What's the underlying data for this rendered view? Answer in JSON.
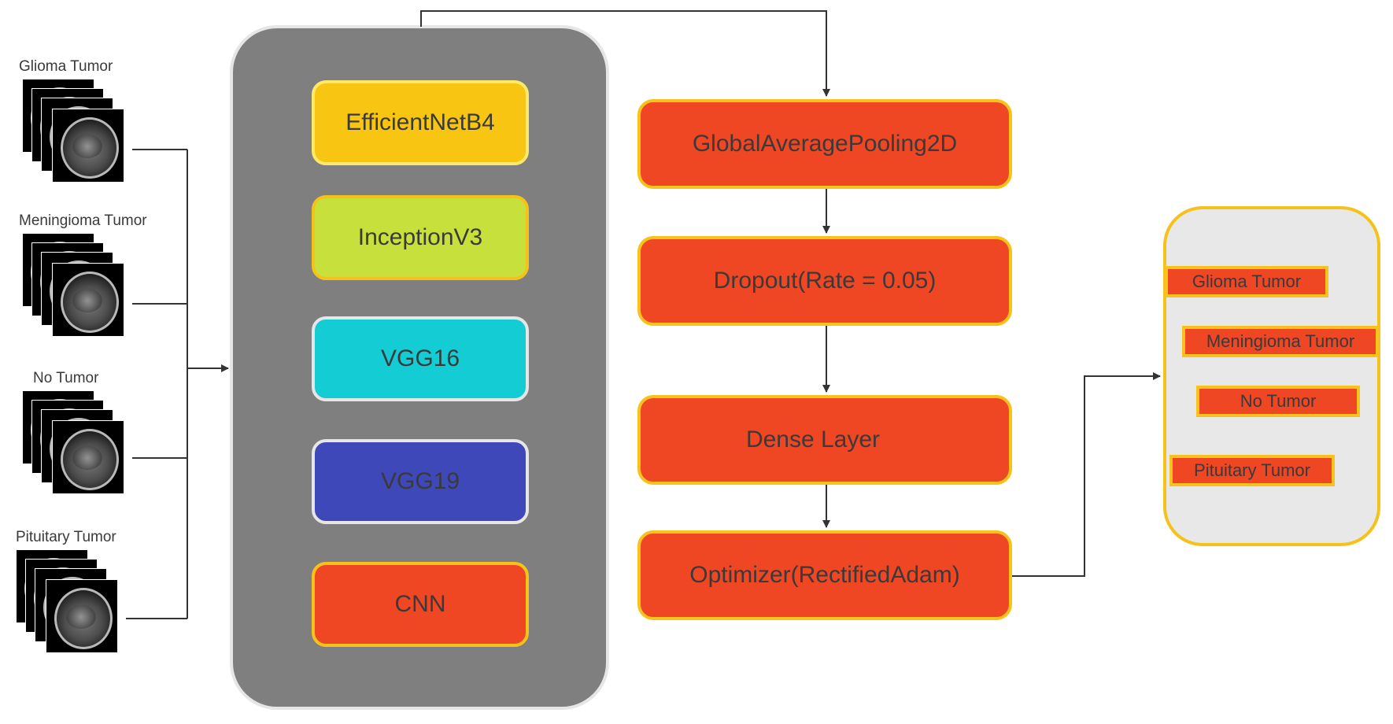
{
  "inputs": [
    {
      "label": "Glioma Tumor"
    },
    {
      "label": "Meningioma Tumor"
    },
    {
      "label": "No Tumor"
    },
    {
      "label": "Pituitary Tumor"
    }
  ],
  "models": [
    {
      "label": "EfficientNetB4",
      "color": "#f8c513"
    },
    {
      "label": "InceptionV3",
      "color": "#c8e03c"
    },
    {
      "label": "VGG16",
      "color": "#14ccd4"
    },
    {
      "label": "VGG19",
      "color": "#3f48b8"
    },
    {
      "label": "CNN",
      "color": "#ef4623"
    }
  ],
  "layers": [
    {
      "label": "GlobalAveragePooling2D"
    },
    {
      "label": "Dropout(Rate = 0.05)"
    },
    {
      "label": "Dense Layer"
    },
    {
      "label": "Optimizer(RectifiedAdam)"
    }
  ],
  "outputs": [
    {
      "label": "Glioma Tumor"
    },
    {
      "label": "Meningioma Tumor"
    },
    {
      "label": "No Tumor"
    },
    {
      "label": "Pituitary Tumor"
    }
  ],
  "colors": {
    "layer_fill": "#ef4623",
    "layer_border": "#f7c21c",
    "panel_fill": "#7f7f7f",
    "output_panel_fill": "#e8e8e8",
    "connector": "#333333"
  }
}
